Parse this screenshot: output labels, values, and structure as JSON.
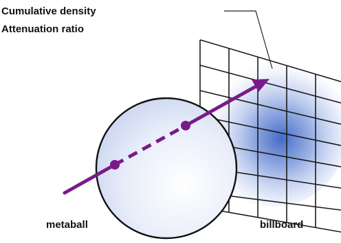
{
  "labels": {
    "top_line1": "Cumulative density",
    "top_line2": "Attenuation ratio",
    "metaball": "metaball",
    "billboard": "billboard"
  },
  "colors": {
    "arrow": "#7a1a8a",
    "grid": "#1a1a1a",
    "sphere_outline": "#111111",
    "sphere_fill": "#dde6f7",
    "density_core": "#3a62c4"
  },
  "icons": {
    "arrow_head": "arrow-head-icon"
  }
}
